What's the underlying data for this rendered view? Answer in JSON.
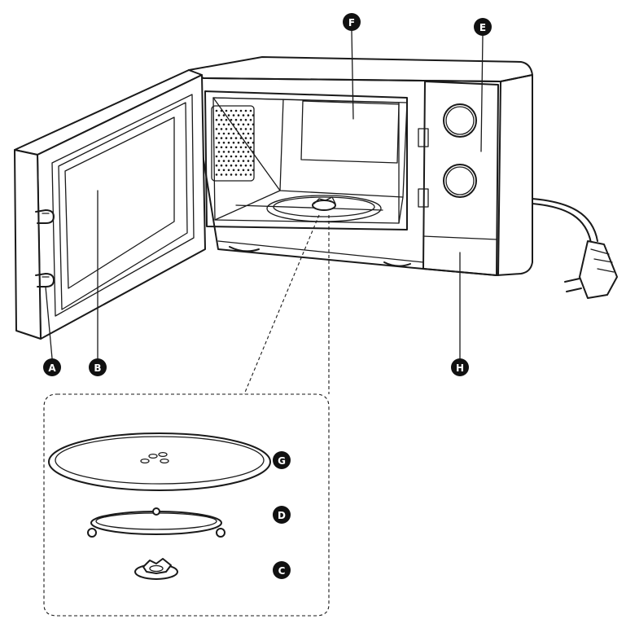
{
  "labels": {
    "a": "A",
    "b": "B",
    "c": "C",
    "d": "D",
    "e": "E",
    "f": "F",
    "g": "G",
    "h": "H"
  },
  "colors": {
    "line": "#1a1a1a",
    "badge": "#111111",
    "background": "#ffffff"
  }
}
